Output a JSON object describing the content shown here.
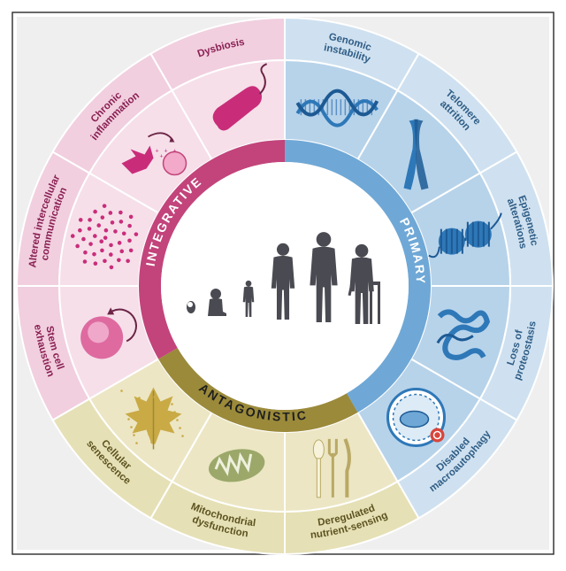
{
  "categories": [
    {
      "key": "primary",
      "label": "PRIMARY",
      "color_ring": "#6fa8d6",
      "color_outer": "#cfe1f0",
      "color_inner": "#b7d3ea",
      "color_text": "#2f5d86",
      "color_icon": "#2e78b8"
    },
    {
      "key": "antagonistic",
      "label": "ANTAGONISTIC",
      "color_ring": "#9b8a3a",
      "color_outer": "#e6e0b6",
      "color_inner": "#ece6c4",
      "color_text": "#5c5320",
      "color_icon": "#c4b25a"
    },
    {
      "key": "integrative",
      "label": "INTEGRATIVE",
      "color_ring": "#c2447b",
      "color_outer": "#f1cfdf",
      "color_inner": "#f6dfe9",
      "color_text": "#8a1f52",
      "color_icon": "#c92d7a"
    }
  ],
  "hallmarks": [
    {
      "id": "genomic",
      "lines": [
        "Genomic",
        "instability"
      ],
      "cat": "primary",
      "icon": "dna-helix-icon"
    },
    {
      "id": "telomere",
      "lines": [
        "Telomere",
        "attrition"
      ],
      "cat": "primary",
      "icon": "chromosome-icon"
    },
    {
      "id": "epigenetic",
      "lines": [
        "Epigenetic",
        "alterations"
      ],
      "cat": "primary",
      "icon": "nucleosome-icon"
    },
    {
      "id": "proteostasis",
      "lines": [
        "Loss of",
        "proteostasis"
      ],
      "cat": "primary",
      "icon": "protein-fold-icon"
    },
    {
      "id": "macroautophagy",
      "lines": [
        "Disabled",
        "macroautophagy"
      ],
      "cat": "primary",
      "icon": "autophagosome-icon"
    },
    {
      "id": "nutrient",
      "lines": [
        "Deregulated",
        "nutrient-sensing"
      ],
      "cat": "antagonistic",
      "icon": "cutlery-icon"
    },
    {
      "id": "mitochondrial",
      "lines": [
        "Mitochondrial",
        "dysfunction"
      ],
      "cat": "antagonistic",
      "icon": "mitochondrion-icon"
    },
    {
      "id": "senescence",
      "lines": [
        "Cellular",
        "senescence"
      ],
      "cat": "antagonistic",
      "icon": "withered-leaf-icon"
    },
    {
      "id": "stemcell",
      "lines": [
        "Stem cell",
        "exhaustion"
      ],
      "cat": "integrative",
      "icon": "stem-cell-icon"
    },
    {
      "id": "intercellular",
      "lines": [
        "Altered intercellular",
        "communication"
      ],
      "cat": "integrative",
      "icon": "signaling-network-icon"
    },
    {
      "id": "inflammation",
      "lines": [
        "Chronic",
        "inflammation"
      ],
      "cat": "integrative",
      "icon": "inflamed-cell-icon"
    },
    {
      "id": "dysbiosis",
      "lines": [
        "Dysbiosis"
      ],
      "cat": "integrative",
      "icon": "bacterium-icon"
    }
  ],
  "center": {
    "icon": "aging-human-silhouettes-icon",
    "figure_color": "#4a4a52"
  }
}
